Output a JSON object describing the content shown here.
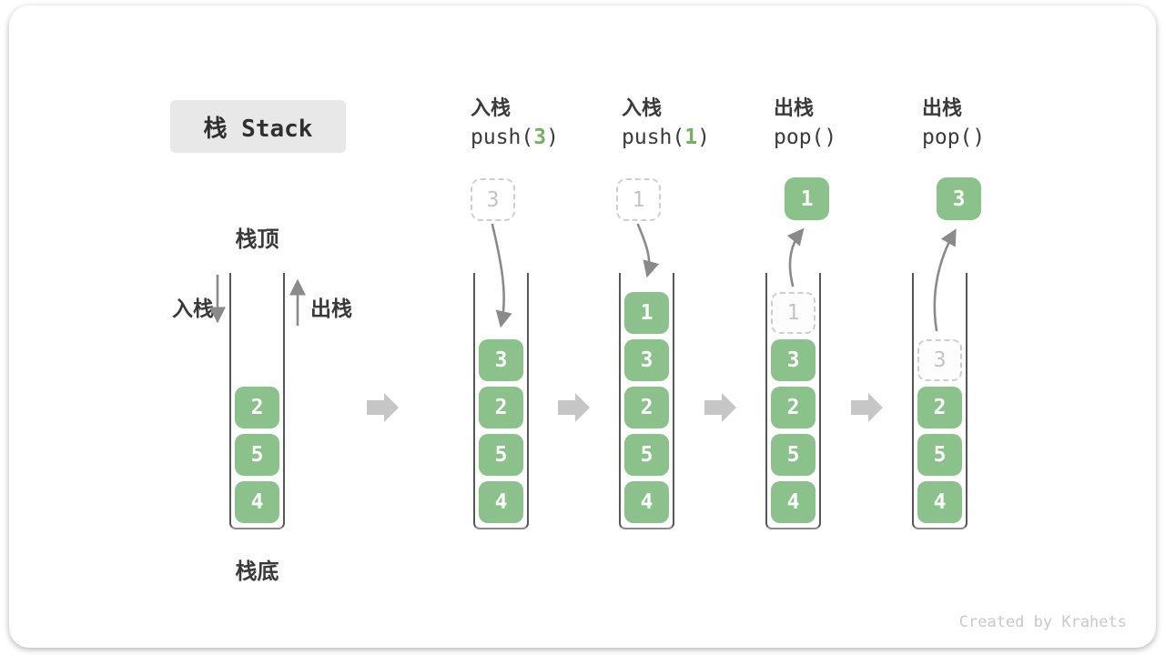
{
  "title": {
    "label": "栈 Stack"
  },
  "legend": {
    "top_label": "栈顶",
    "bottom_label": "栈底",
    "push_label": "入栈",
    "pop_label": "出栈"
  },
  "operations": [
    {
      "cn": "入栈",
      "code_prefix": "push(",
      "arg": "3",
      "code_suffix": ")"
    },
    {
      "cn": "入栈",
      "code_prefix": "push(",
      "arg": "1",
      "code_suffix": ")"
    },
    {
      "cn": "出栈",
      "code_prefix": "pop(",
      "arg": "",
      "code_suffix": ")"
    },
    {
      "cn": "出栈",
      "code_prefix": "pop(",
      "arg": "",
      "code_suffix": ")"
    }
  ],
  "floating_boxes": [
    {
      "value": "3",
      "style": "dashed"
    },
    {
      "value": "1",
      "style": "dashed"
    },
    {
      "value": "1",
      "style": "solid"
    },
    {
      "value": "3",
      "style": "solid"
    }
  ],
  "stacks": [
    {
      "label": "initial",
      "cells": [
        {
          "v": "2"
        },
        {
          "v": "5"
        },
        {
          "v": "4"
        }
      ]
    },
    {
      "label": "after-push-3",
      "cells": [
        {
          "v": "3"
        },
        {
          "v": "2"
        },
        {
          "v": "5"
        },
        {
          "v": "4"
        }
      ]
    },
    {
      "label": "after-push-1",
      "cells": [
        {
          "v": "1"
        },
        {
          "v": "3"
        },
        {
          "v": "2"
        },
        {
          "v": "5"
        },
        {
          "v": "4"
        }
      ]
    },
    {
      "label": "pop-1",
      "cells": [
        {
          "v": "1"
        },
        {
          "v": "3"
        },
        {
          "v": "2"
        },
        {
          "v": "5"
        },
        {
          "v": "4"
        }
      ]
    },
    {
      "label": "pop-3",
      "cells": [
        {
          "v": "3"
        },
        {
          "v": "2"
        },
        {
          "v": "5"
        },
        {
          "v": "4"
        }
      ]
    }
  ],
  "watermark": "Created by Krahets",
  "colors": {
    "box_green": "#8BC18A",
    "code_arg_green": "#74B163",
    "arrow_gray": "#8A8A8A",
    "block_arrow_gray": "#C6C6C6",
    "dashed_border": "#CFCFCF",
    "dashed_text": "#C4C4C4",
    "title_bg": "#E8E8E8"
  }
}
